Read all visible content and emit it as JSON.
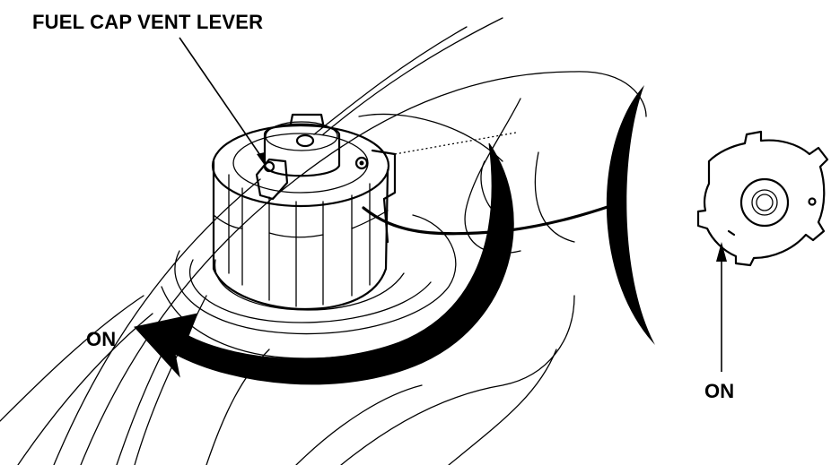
{
  "labels": {
    "vent_lever": "FUEL CAP VENT LEVER",
    "on_left": "ON",
    "on_right": "ON"
  },
  "colors": {
    "ink": "#000000",
    "background": "#ffffff"
  }
}
